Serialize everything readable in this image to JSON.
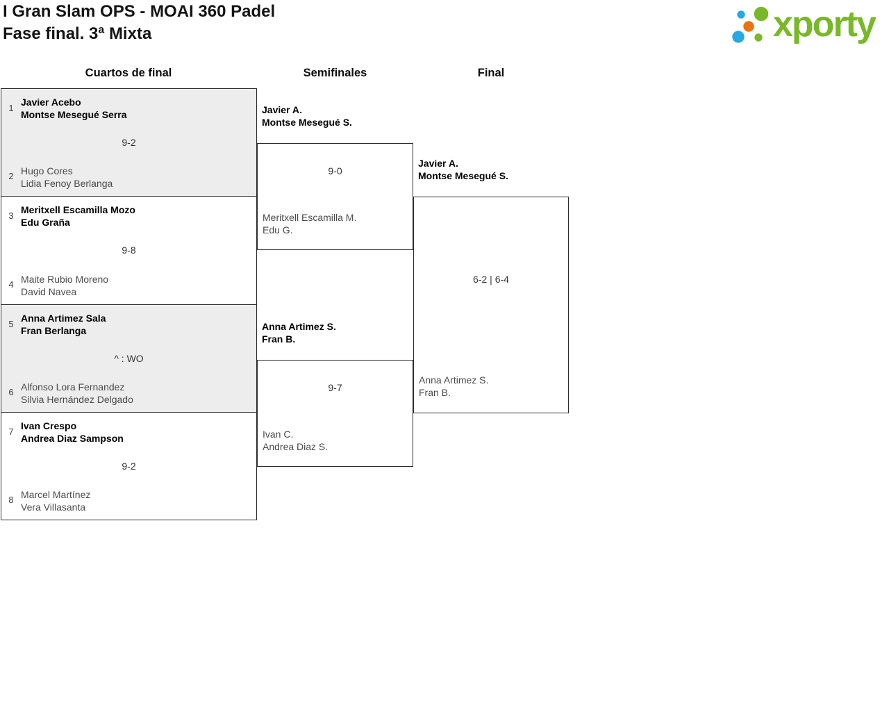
{
  "header": {
    "title_line1": "I Gran Slam OPS - MOAI 360 Padel",
    "title_line2": "Fase final. 3ª Mixta"
  },
  "logo": {
    "text": "xporty",
    "green": "#79b829",
    "blue": "#29a9e1",
    "orange": "#e8750f"
  },
  "columns": {
    "quarterfinals": "Cuartos de final",
    "semifinals": "Semifinales",
    "final": "Final"
  },
  "quarterfinals": {
    "matches": [
      {
        "seed_top": "1",
        "top_line1": "Javier Acebo",
        "top_line2": "Montse Mesegué Serra",
        "score": "9-2",
        "seed_bottom": "2",
        "bottom_line1": "Hugo Cores",
        "bottom_line2": "Lidia Fenoy Berlanga"
      },
      {
        "seed_top": "3",
        "top_line1": "Meritxell Escamilla Mozo",
        "top_line2": "Edu Graña",
        "score": "9-8",
        "seed_bottom": "4",
        "bottom_line1": "Maite Rubio Moreno",
        "bottom_line2": "David Navea"
      },
      {
        "seed_top": "5",
        "top_line1": "Anna Artimez Sala",
        "top_line2": "Fran Berlanga",
        "score": "^ : WO",
        "seed_bottom": "6",
        "bottom_line1": "Alfonso Lora Fernandez",
        "bottom_line2": "Silvia Hernández Delgado"
      },
      {
        "seed_top": "7",
        "top_line1": "Ivan Crespo",
        "top_line2": "Andrea Diaz Sampson",
        "score": "9-2",
        "seed_bottom": "8",
        "bottom_line1": "Marcel Martínez",
        "bottom_line2": "Vera Villasanta"
      }
    ]
  },
  "semifinals": {
    "matches": [
      {
        "winner_line1": "Javier A.",
        "winner_line2": "Montse Mesegué S.",
        "score": "9-0",
        "loser_line1": "Meritxell Escamilla M.",
        "loser_line2": "Edu G."
      },
      {
        "winner_line1": "Anna Artimez S.",
        "winner_line2": "Fran B.",
        "score": "9-7",
        "loser_line1": "Ivan C.",
        "loser_line2": "Andrea Diaz S."
      }
    ]
  },
  "final": {
    "winner_line1": "Javier A.",
    "winner_line2": "Montse Mesegué S.",
    "score": "6-2 | 6-4",
    "loser_line1": "Anna Artimez S.",
    "loser_line2": "Fran B."
  },
  "colors": {
    "shaded_row": "#ededed",
    "border": "#2b2b2b",
    "winner_text": "#000000",
    "loser_text": "#4a4a4a"
  }
}
